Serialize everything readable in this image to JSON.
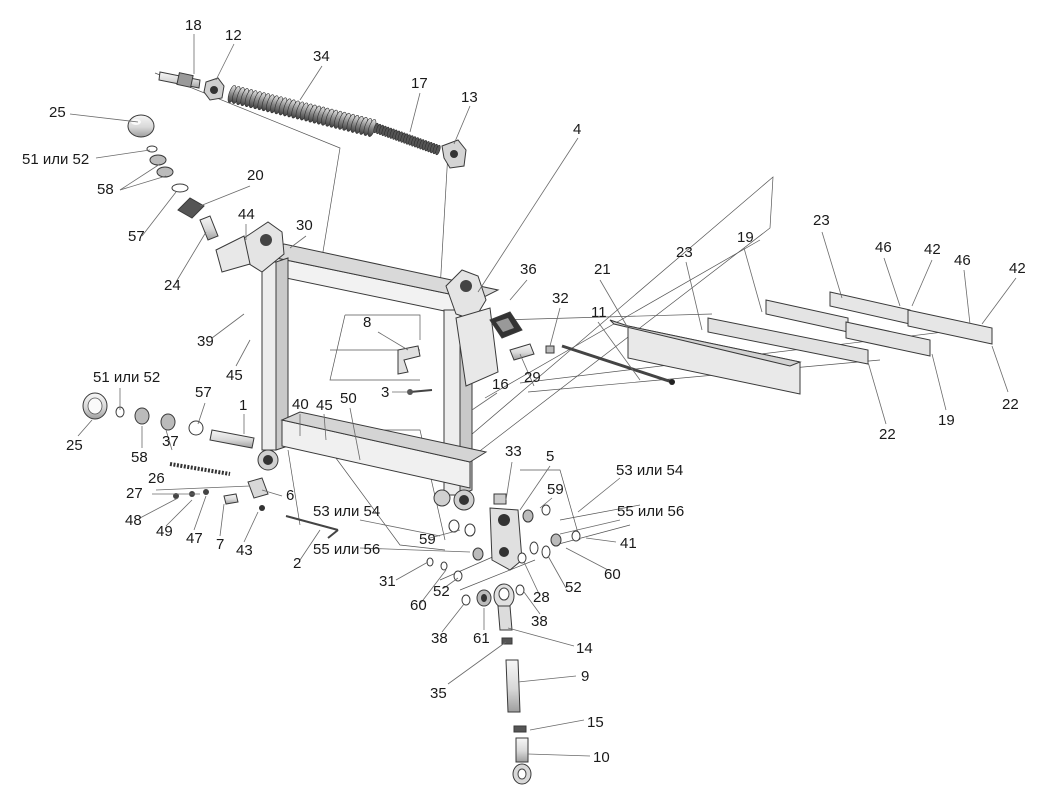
{
  "callouts": [
    {
      "id": "c18",
      "text": "18"
    },
    {
      "id": "c12",
      "text": "12"
    },
    {
      "id": "c34",
      "text": "34"
    },
    {
      "id": "c17",
      "text": "17"
    },
    {
      "id": "c13",
      "text": "13"
    },
    {
      "id": "c25a",
      "text": "25"
    },
    {
      "id": "c5152a",
      "text": "51 или 52"
    },
    {
      "id": "c58a",
      "text": "58"
    },
    {
      "id": "c20",
      "text": "20"
    },
    {
      "id": "c57a",
      "text": "57"
    },
    {
      "id": "c44",
      "text": "44"
    },
    {
      "id": "c30",
      "text": "30"
    },
    {
      "id": "c4",
      "text": "4"
    },
    {
      "id": "c24",
      "text": "24"
    },
    {
      "id": "c36",
      "text": "36"
    },
    {
      "id": "c32",
      "text": "32"
    },
    {
      "id": "c21",
      "text": "21"
    },
    {
      "id": "c23a",
      "text": "23"
    },
    {
      "id": "c19a",
      "text": "19"
    },
    {
      "id": "c23b",
      "text": "23"
    },
    {
      "id": "c46a",
      "text": "46"
    },
    {
      "id": "c42a",
      "text": "42"
    },
    {
      "id": "c46b",
      "text": "46"
    },
    {
      "id": "c42b",
      "text": "42"
    },
    {
      "id": "c39",
      "text": "39"
    },
    {
      "id": "c8",
      "text": "8"
    },
    {
      "id": "c11",
      "text": "11"
    },
    {
      "id": "c45a",
      "text": "45"
    },
    {
      "id": "c5152b",
      "text": "51 или 52"
    },
    {
      "id": "c57b",
      "text": "57"
    },
    {
      "id": "c3",
      "text": "3"
    },
    {
      "id": "c16",
      "text": "16"
    },
    {
      "id": "c29",
      "text": "29"
    },
    {
      "id": "c40",
      "text": "40"
    },
    {
      "id": "c45b",
      "text": "45"
    },
    {
      "id": "c50",
      "text": "50"
    },
    {
      "id": "c1",
      "text": "1"
    },
    {
      "id": "c25b",
      "text": "25"
    },
    {
      "id": "c37",
      "text": "37"
    },
    {
      "id": "c58b",
      "text": "58"
    },
    {
      "id": "c22a",
      "text": "22"
    },
    {
      "id": "c19b",
      "text": "19"
    },
    {
      "id": "c22b",
      "text": "22"
    },
    {
      "id": "c33",
      "text": "33"
    },
    {
      "id": "c5",
      "text": "5"
    },
    {
      "id": "c26",
      "text": "26"
    },
    {
      "id": "c5354a",
      "text": "53 или 54"
    },
    {
      "id": "c27",
      "text": "27"
    },
    {
      "id": "c6",
      "text": "6"
    },
    {
      "id": "c59a",
      "text": "59"
    },
    {
      "id": "c5354b",
      "text": "53 или 54"
    },
    {
      "id": "c5556a",
      "text": "55 или 56"
    },
    {
      "id": "c48",
      "text": "48"
    },
    {
      "id": "c49",
      "text": "49"
    },
    {
      "id": "c47",
      "text": "47"
    },
    {
      "id": "c7",
      "text": "7"
    },
    {
      "id": "c43",
      "text": "43"
    },
    {
      "id": "c59b",
      "text": "59"
    },
    {
      "id": "c41",
      "text": "41"
    },
    {
      "id": "c5556b",
      "text": "55 или 56"
    },
    {
      "id": "c2",
      "text": "2"
    },
    {
      "id": "c60a",
      "text": "60"
    },
    {
      "id": "c31",
      "text": "31"
    },
    {
      "id": "c52a",
      "text": "52"
    },
    {
      "id": "c52b",
      "text": "52"
    },
    {
      "id": "c28",
      "text": "28"
    },
    {
      "id": "c60b",
      "text": "60"
    },
    {
      "id": "c38a",
      "text": "38"
    },
    {
      "id": "c61",
      "text": "61"
    },
    {
      "id": "c38b",
      "text": "38"
    },
    {
      "id": "c14",
      "text": "14"
    },
    {
      "id": "c35",
      "text": "35"
    },
    {
      "id": "c9",
      "text": "9"
    },
    {
      "id": "c15",
      "text": "15"
    },
    {
      "id": "c10",
      "text": "10"
    }
  ],
  "colors": {
    "line": "#3a3a3a",
    "part_fill": "#f2f2f2",
    "part_shade": "#bdbdbd",
    "dark": "#2b2b2b"
  }
}
